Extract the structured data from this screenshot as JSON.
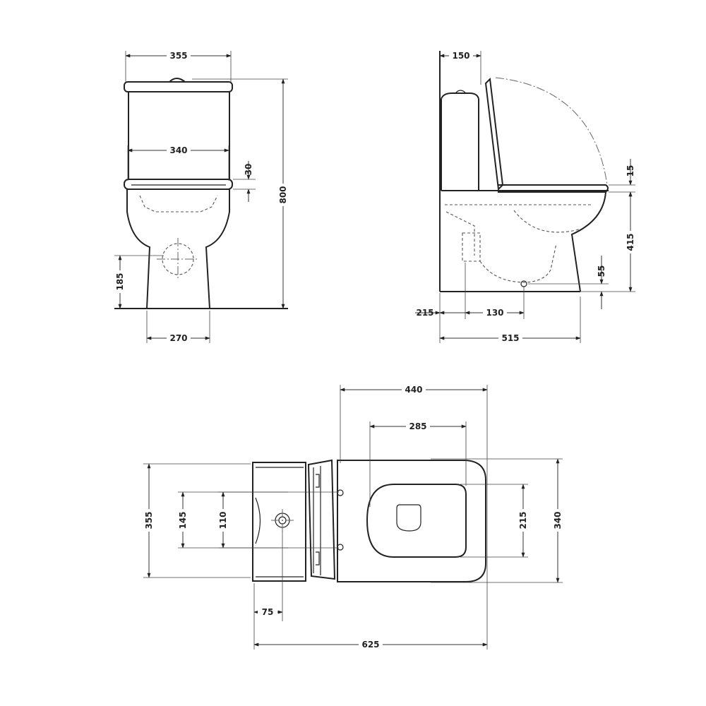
{
  "views": {
    "front": {
      "dimensions": {
        "tank_width": "355",
        "seat_width": "340",
        "seat_thickness": "30",
        "total_height": "800",
        "outlet_height": "185",
        "base_width": "270"
      }
    },
    "side": {
      "dimensions": {
        "tank_depth": "150",
        "seat_offset": "15",
        "seat_height": "415",
        "outlet_center": "55",
        "wall_to_outlet": "215",
        "outlet_offset": "130",
        "total_depth": "515"
      }
    },
    "top": {
      "dimensions": {
        "bowl_length": "440",
        "seat_opening": "285",
        "tank_width": "355",
        "fixing_spacing": "145",
        "inlet_spacing": "110",
        "seat_inner_width": "215",
        "bowl_width": "340",
        "inlet_offset": "75",
        "total_length": "625"
      }
    }
  },
  "colors": {
    "line": "#222222",
    "background": "#ffffff"
  }
}
